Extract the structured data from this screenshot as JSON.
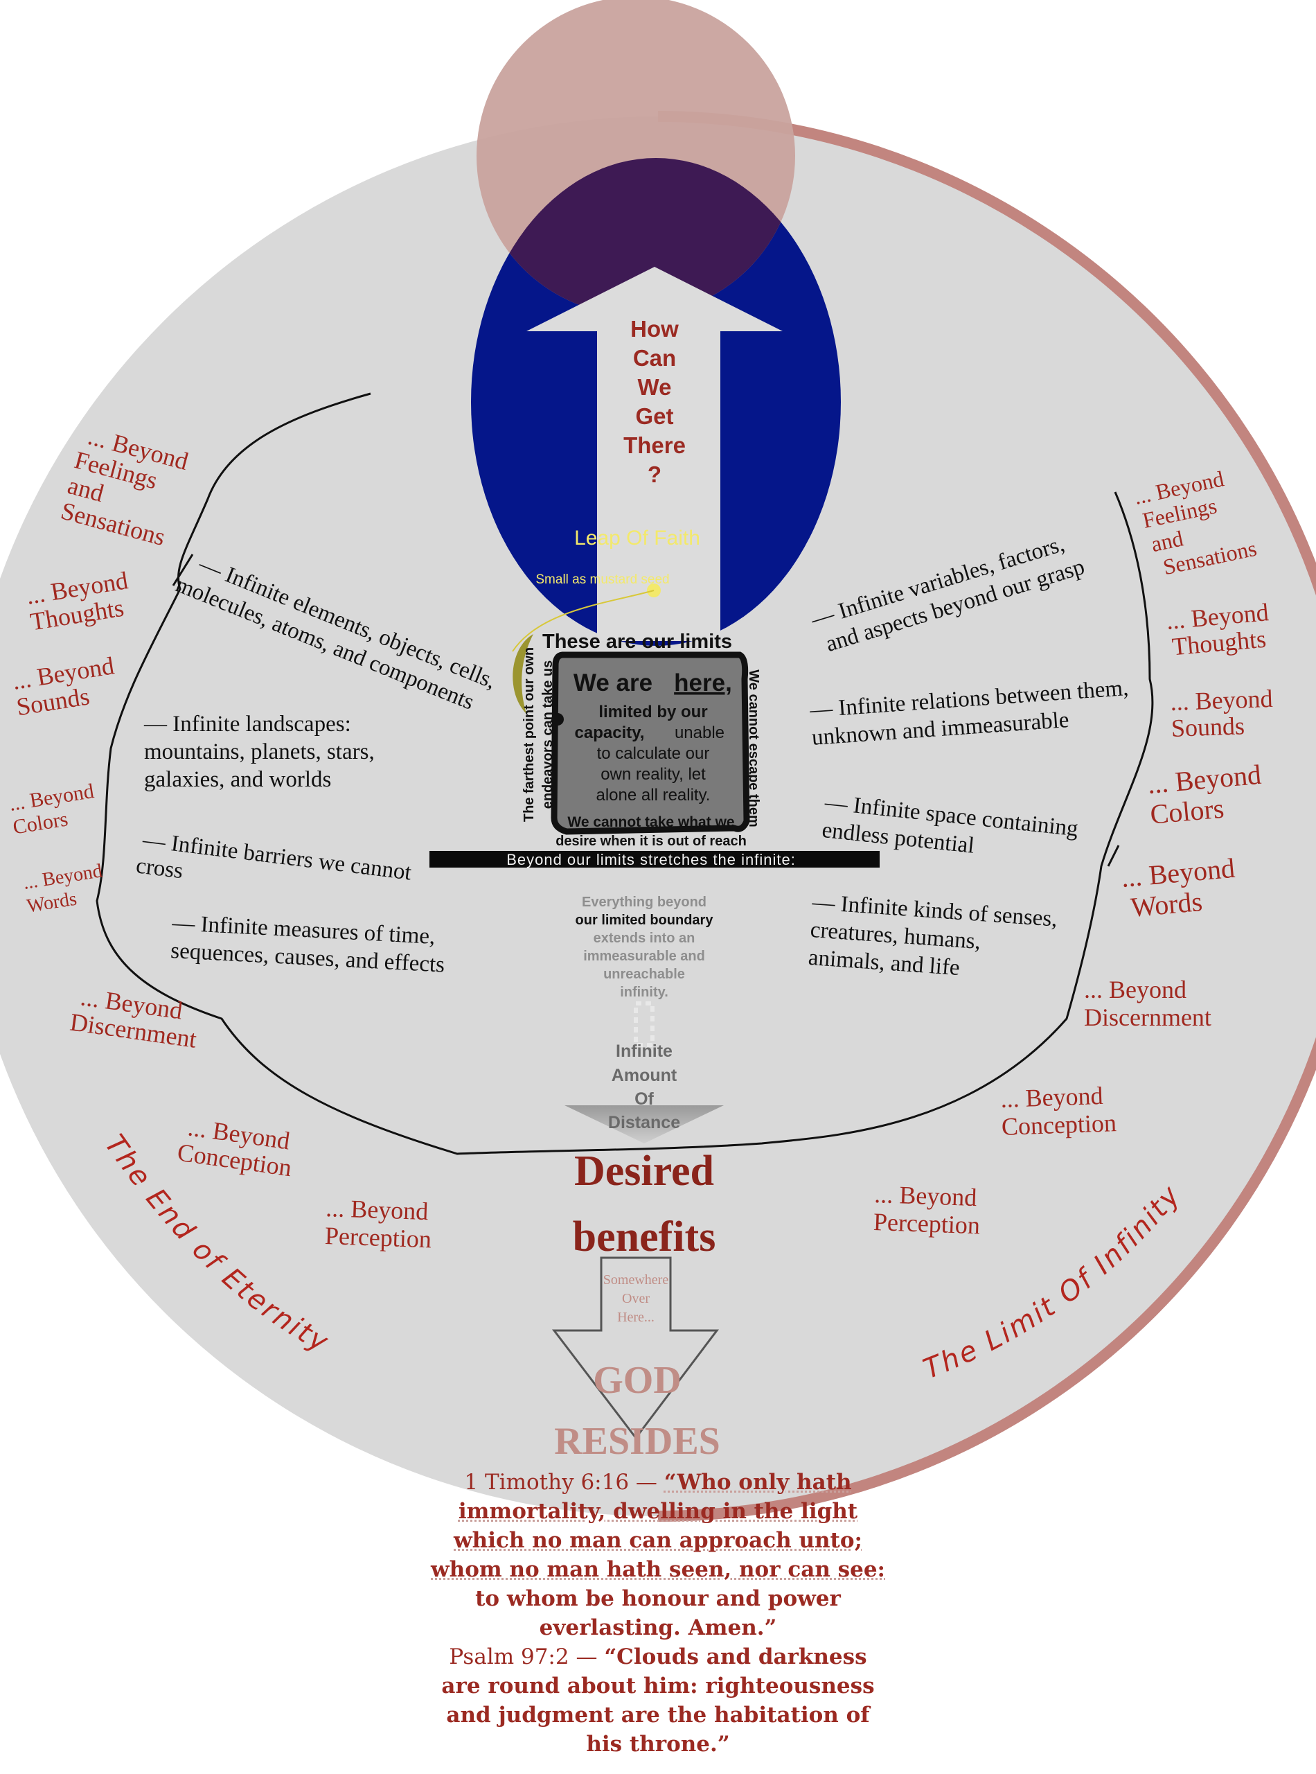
{
  "question": [
    "How",
    "Can",
    "We",
    "Get",
    "There",
    "?"
  ],
  "leap_of_faith": "Leap Of Faith",
  "mustard_seed": "Small as mustard seed",
  "limits_title": "These are our limits",
  "we_are": "We are",
  "here": "here,",
  "capacity_bold": "limited by our capacity,",
  "capacity_rest": [
    "unable",
    "to calculate our",
    "own reality, let",
    "alone all reality."
  ],
  "cannot_take": [
    "We cannot take what we",
    "desire when it is out of reach"
  ],
  "farthest_point": [
    "The farthest point our own",
    "endeavors can take us"
  ],
  "cannot_escape": "We cannot escape them",
  "beyond_banner": "Beyond our limits stretches the infinite:",
  "everything_beyond": [
    "Everything beyond",
    "our limited boundary",
    "extends into an",
    "immeasurable and",
    "unreachable",
    "infinity."
  ],
  "infinite_distance": [
    "Infinite",
    "Amount",
    "Of",
    "Distance"
  ],
  "desired_benefits": [
    "Desired",
    "benefits"
  ],
  "somewhere_over_here": [
    "Somewhere",
    "Over",
    "Here..."
  ],
  "god_resides": [
    "GOD",
    "RESIDES"
  ],
  "end_of_eternity": "The End of Eternity",
  "limit_of_infinity": "The Limit Of Infinity",
  "infinite_left": [
    [
      "— Infinite elements, objects, cells,",
      "molecules, atoms, and components"
    ],
    [
      "— Infinite landscapes:",
      "mountains, planets, stars,",
      "galaxies, and worlds"
    ],
    [
      "— Infinite barriers we cannot",
      "cross"
    ],
    [
      "— Infinite measures of time,",
      "sequences, causes, and effects"
    ]
  ],
  "infinite_right": [
    [
      "— Infinite variables, factors,",
      "and aspects beyond our grasp"
    ],
    [
      "— Infinite relations between them,",
      "unknown and immeasurable"
    ],
    [
      "— Infinite space containing",
      "endless potential"
    ],
    [
      "— Infinite kinds of senses,",
      "creatures, humans,",
      "animals, and life"
    ]
  ],
  "beyond_left": [
    [
      "... Beyond",
      "Feelings",
      "and",
      "Sensations"
    ],
    [
      "... Beyond",
      "Thoughts"
    ],
    [
      "... Beyond",
      "Sounds"
    ],
    [
      "... Beyond",
      "Colors"
    ],
    [
      "... Beyond",
      "Words"
    ],
    [
      "... Beyond",
      "Discernment"
    ],
    [
      "... Beyond",
      "Conception"
    ],
    [
      "... Beyond",
      "Perception"
    ]
  ],
  "beyond_right": [
    [
      "... Beyond",
      "Feelings",
      "and",
      "Sensations"
    ],
    [
      "... Beyond",
      "Thoughts"
    ],
    [
      "... Beyond",
      "Sounds"
    ],
    [
      "... Beyond",
      "Colors"
    ],
    [
      "... Beyond",
      "Words"
    ],
    [
      "... Beyond",
      "Discernment"
    ],
    [
      "... Beyond",
      "Conception"
    ],
    [
      "... Beyond",
      "Perception"
    ]
  ],
  "scripture": {
    "ref1": "1 Timothy 6:16 — ",
    "quote1_lines": [
      "“Who only hath",
      "immortality, dwelling in the light",
      "which no man can approach unto;",
      "whom no man hath seen, nor can see:",
      "to whom be honour and power",
      "everlasting. Amen.”"
    ],
    "ref2": "Psalm 97:2 — ",
    "quote2_lines": [
      "“Clouds and darkness",
      "are round about him: righteousness",
      "and judgment are the habitation of",
      "his throne.”"
    ]
  },
  "colors": {
    "big_circle": "#d9d9d9",
    "ring": "#c2857f",
    "top_circle": "#c9a39e",
    "oval": "#05168a",
    "overlap": "#3e1a54",
    "red_text": "#9b2a22",
    "gray_box": "#7a7a7a"
  }
}
